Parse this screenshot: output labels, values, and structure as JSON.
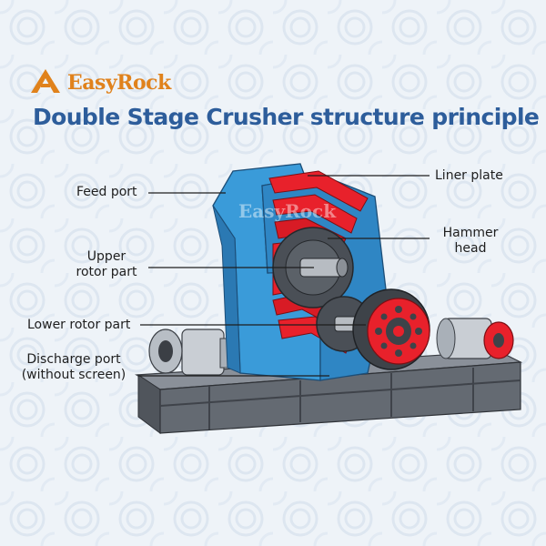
{
  "brand": {
    "name": "EasyRock",
    "watermark": "EasyRock"
  },
  "title": "Double Stage Crusher structure principle",
  "labels": {
    "feed_port": "Feed port",
    "upper_rotor_line1": "Upper",
    "upper_rotor_line2": "rotor part",
    "lower_rotor": "Lower rotor part",
    "discharge_line1": "Discharge port",
    "discharge_line2": "(without screen)",
    "liner_plate": "Liner plate",
    "hammer_line1": "Hammer",
    "hammer_line2": "head"
  },
  "colors": {
    "background": "#eef3f8",
    "title": "#2d5d9b",
    "housing": "#3a9bd9",
    "hammer_red": "#e8212b",
    "brand_orange": "#e0821c",
    "frame": "#5a5f66"
  },
  "icons": {
    "logo": "easyrock-logo-icon"
  }
}
